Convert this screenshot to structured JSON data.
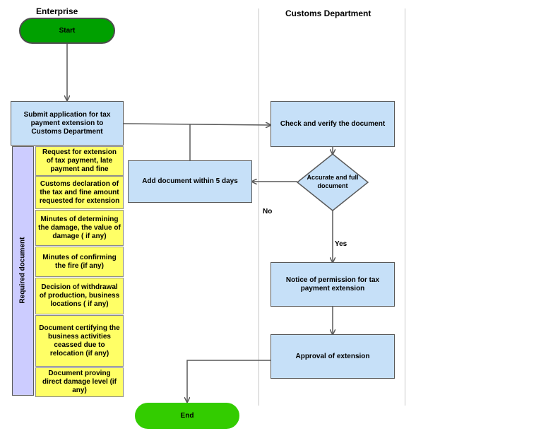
{
  "lanes": {
    "enterprise": "Enterprise",
    "customs": "Customs Department"
  },
  "nodes": {
    "start": "Start",
    "submit": "Submit application for tax payment extension to Customs Department",
    "check": "Check and verify the document",
    "decision": "Accurate and full document",
    "add_doc": "Add document within 5 days",
    "notice": "Notice of permission for tax payment extension",
    "approval": "Approval of extension",
    "end": "End"
  },
  "required_label": "Required document",
  "documents": [
    "Request for extension of tax payment, late payment and fine",
    "Customs declaration of the tax and fine amount requested for extension",
    "Minutes of determining the damage, the value of damage ( if any)",
    "Minutes of confirming the fire (if any)",
    "Decision of withdrawal of production, business locations ( if any)",
    "Document certifying the business activities ceassed due to relocation (if any)",
    "Document proving direct damage level (if any)"
  ],
  "edge_labels": {
    "no": "No",
    "yes": "Yes"
  },
  "colors": {
    "process_fill": "#c6e0f8",
    "document_fill": "#ffff66",
    "required_bar_fill": "#ccccff",
    "start_fill": "#00a000",
    "end_fill": "#33cc00",
    "line": "#595959"
  }
}
